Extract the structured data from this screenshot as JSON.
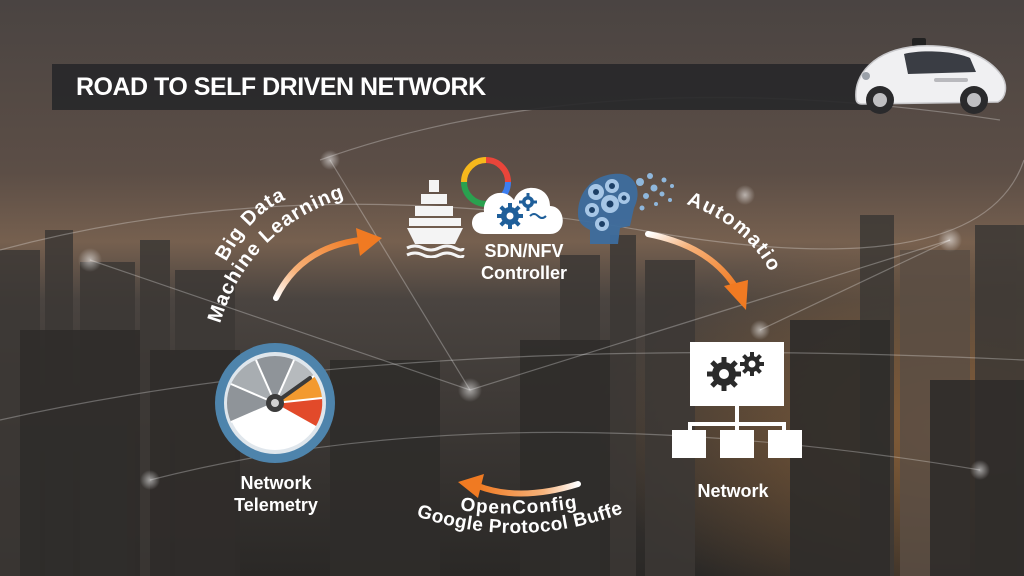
{
  "slide": {
    "title": "ROAD TO SELF DRIVEN NETWORK"
  },
  "nodes": {
    "controller": {
      "line1": "SDN/NFV",
      "line2": "Controller"
    },
    "network": {
      "label": "Network"
    },
    "telemetry": {
      "line1": "Network",
      "line2": "Telemetry"
    }
  },
  "arrows": {
    "telemetry_to_controller": {
      "line1": "Big Data",
      "line2": "Machine Learning"
    },
    "controller_to_network": {
      "label": "Automation"
    },
    "network_to_telemetry": {
      "line1": "OpenConfig",
      "line2": "Google Protocol Buffer"
    }
  },
  "colors": {
    "arrow": "#f07a22",
    "gauge_ring": "#4e84ac",
    "gauge_red": "#e24a2a",
    "gauge_orange": "#f39a2f",
    "text": "#ffffff"
  },
  "icons": [
    "self-driving-car-icon",
    "ship-icon",
    "google-ring-icon",
    "gears-cloud-icon",
    "ai-head-icon",
    "network-gears-icon",
    "gauge-icon"
  ]
}
